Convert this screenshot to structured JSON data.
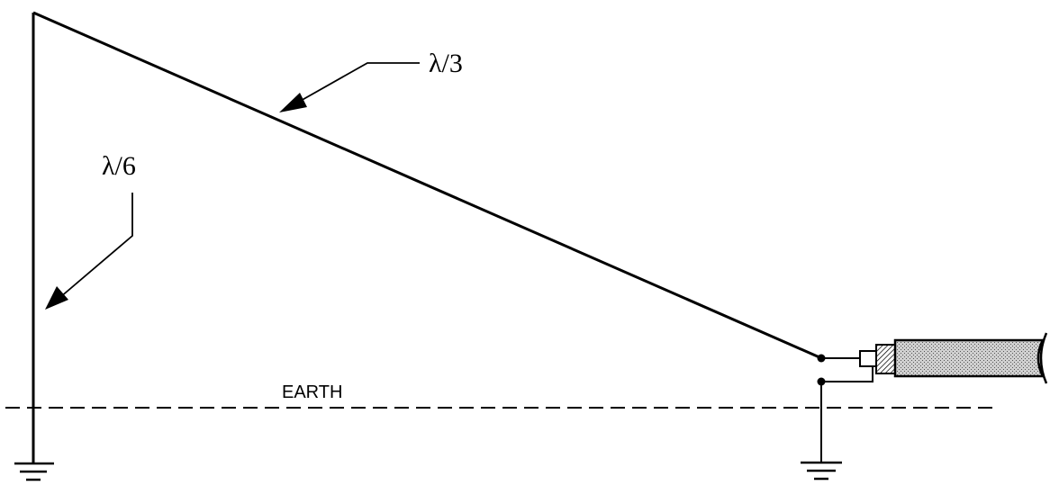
{
  "labels": {
    "long_leg": "λ/3",
    "vertical_leg": "λ/6",
    "ground_line": "EARTH"
  },
  "colors": {
    "ink": "#000000",
    "background": "#ffffff",
    "cable_jacket": "#bdbdbd"
  }
}
